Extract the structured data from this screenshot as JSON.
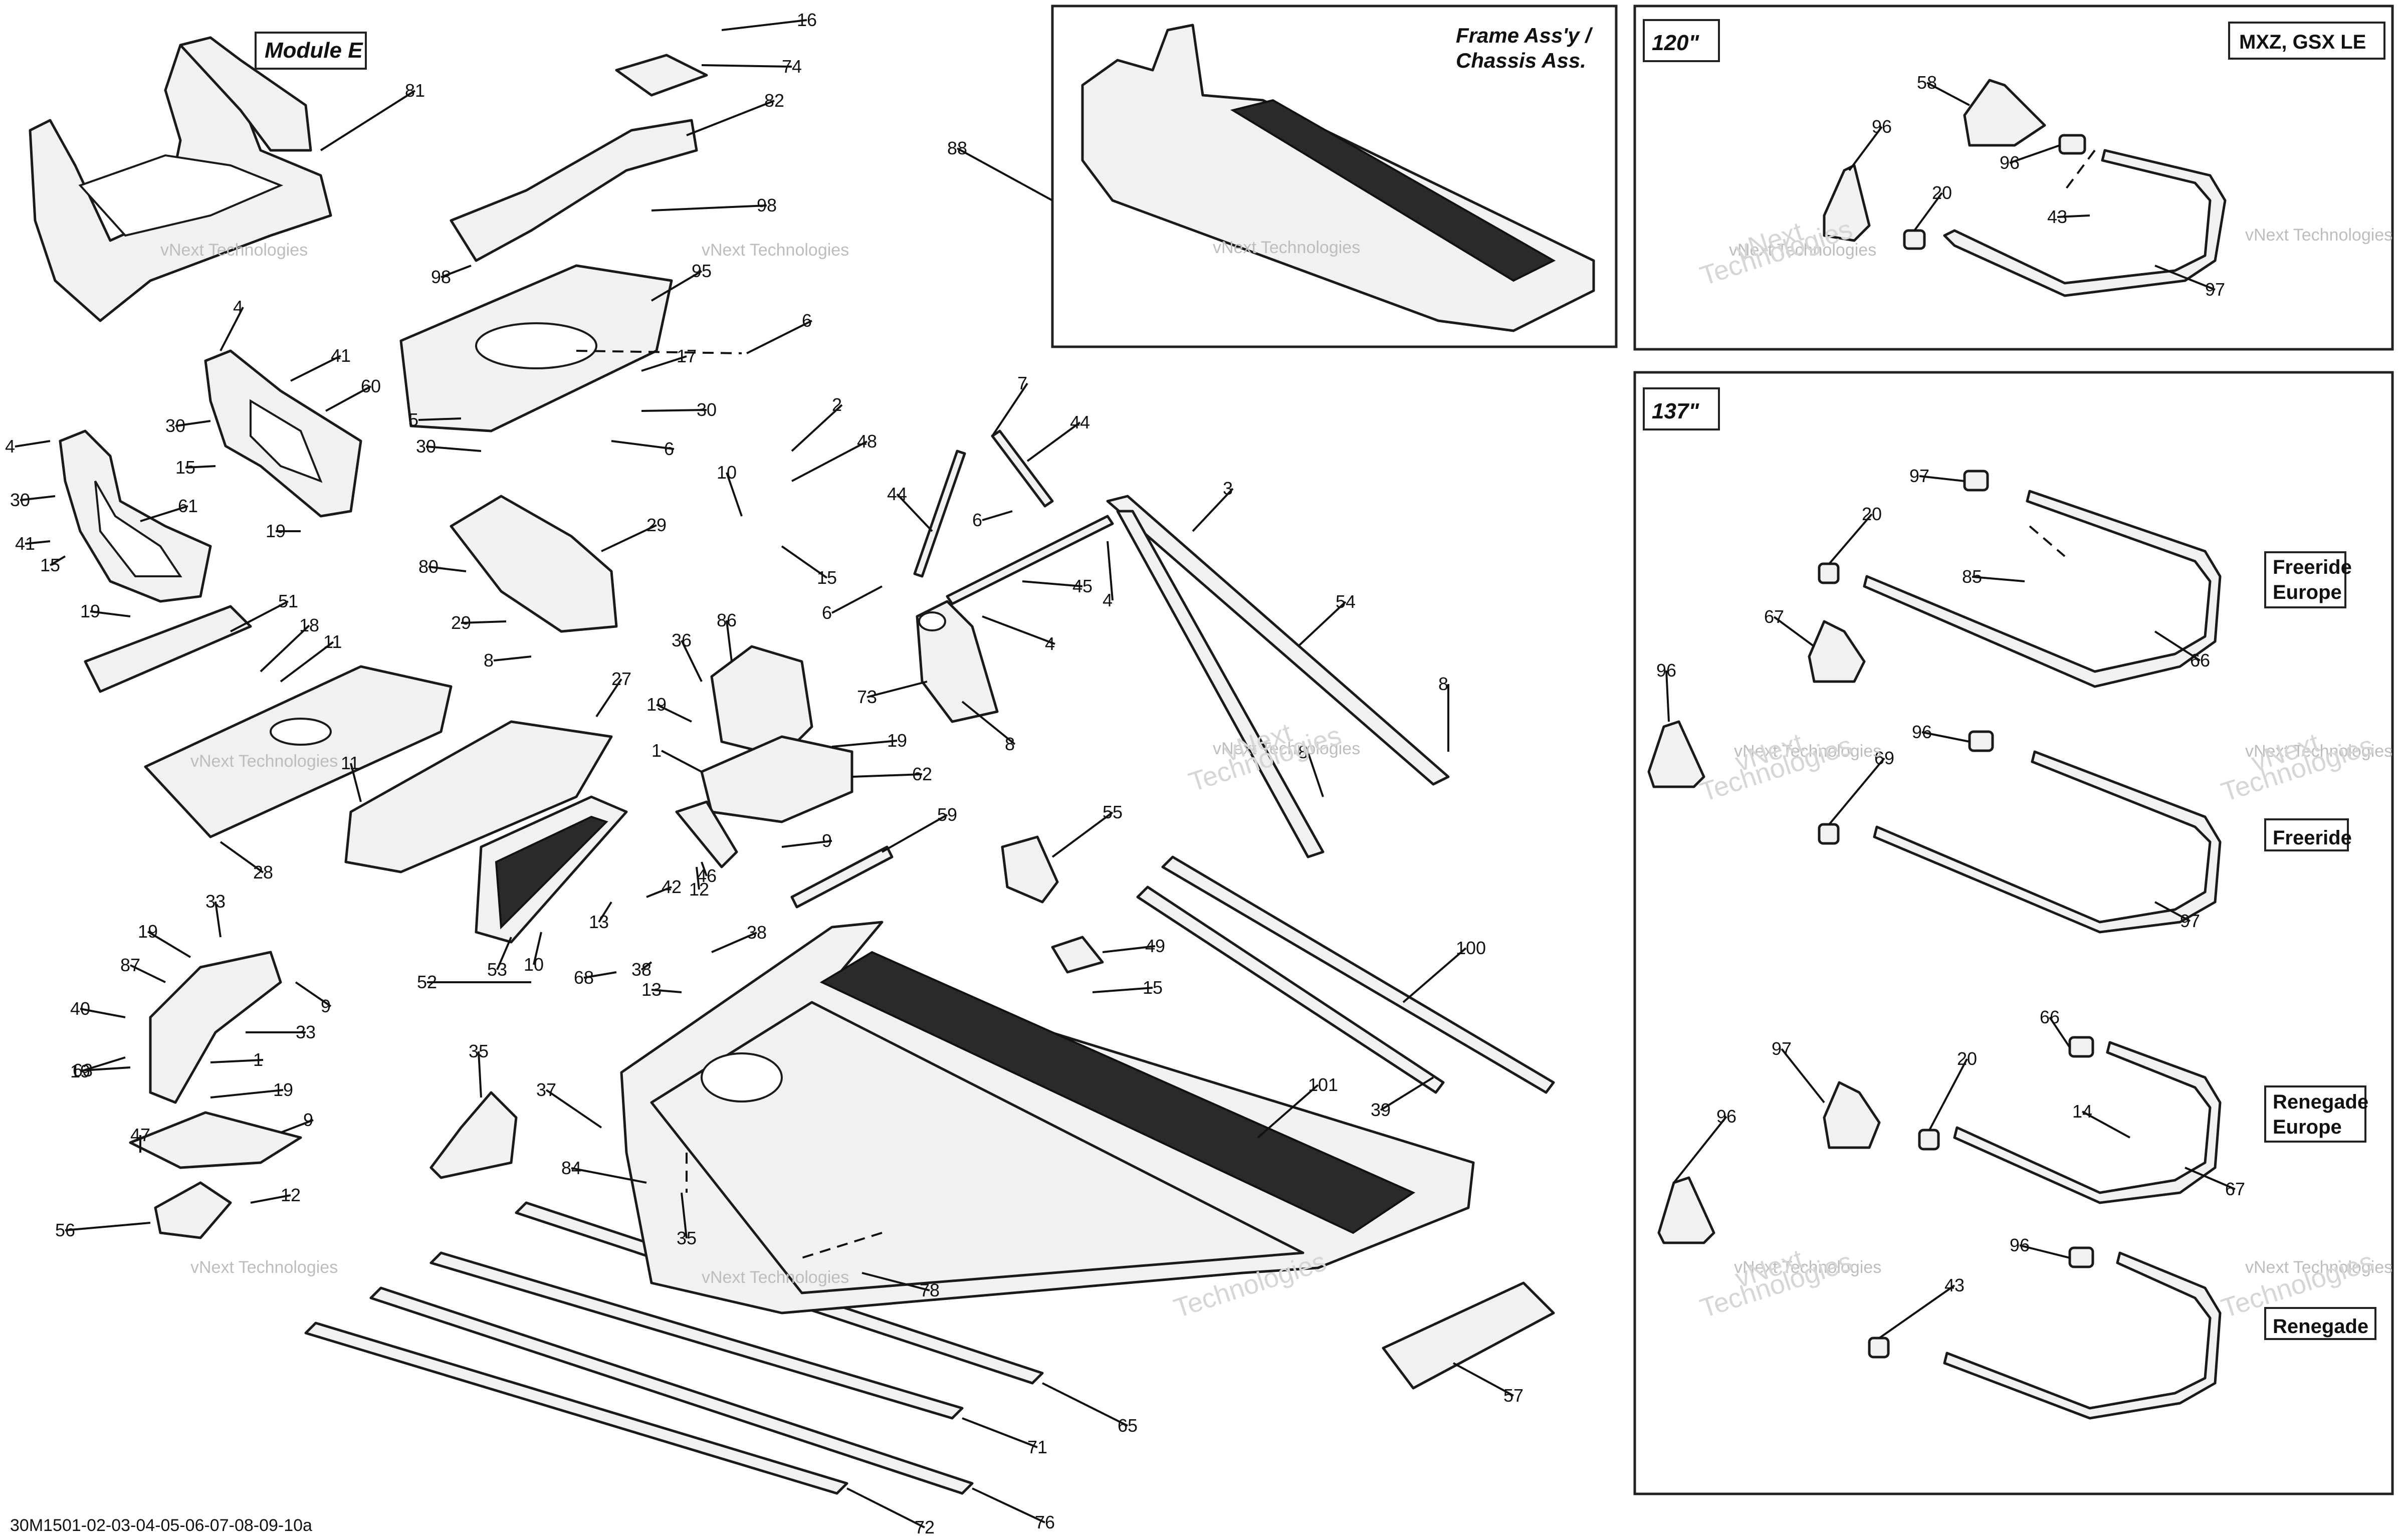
{
  "document_id": "30M1501-02-03-04-05-06-07-08-09-10a",
  "module_label": "Module E",
  "frame_assembly_label": [
    "Frame Ass'y /",
    "Chassis Ass."
  ],
  "watermark": [
    "vNext Technologies",
    "vNext",
    "Technologies"
  ],
  "panels": {
    "p120": {
      "title": "120\"",
      "models": "MXZ, GSX LE"
    },
    "p137": {
      "title": "137\"",
      "variants": [
        [
          "Freeride",
          "Europe"
        ],
        [
          "Freeride"
        ],
        [
          "Renegade",
          "Europe"
        ],
        [
          "Renegade"
        ]
      ]
    }
  },
  "callouts": [
    "16",
    "74",
    "82",
    "81",
    "98",
    "98",
    "95",
    "6",
    "17",
    "30",
    "5",
    "30",
    "6",
    "4",
    "41",
    "60",
    "30",
    "15",
    "19",
    "4",
    "30",
    "61",
    "41",
    "15",
    "19",
    "2",
    "48",
    "10",
    "15",
    "29",
    "80",
    "29",
    "8",
    "51",
    "18",
    "11",
    "36",
    "86",
    "19",
    "27",
    "1",
    "19",
    "62",
    "7",
    "44",
    "44",
    "3",
    "6",
    "45",
    "4",
    "6",
    "4",
    "73",
    "8",
    "54",
    "8",
    "8",
    "88",
    "28",
    "11",
    "59",
    "55",
    "46",
    "12",
    "9",
    "42",
    "13",
    "53",
    "10",
    "52",
    "38",
    "68",
    "38",
    "13",
    "49",
    "15",
    "33",
    "19",
    "9",
    "87",
    "40",
    "33",
    "19",
    "1",
    "19",
    "63",
    "9",
    "47",
    "12",
    "56",
    "35",
    "37",
    "84",
    "101",
    "100",
    "39",
    "35",
    "78",
    "65",
    "71",
    "76",
    "72",
    "57",
    "58",
    "96",
    "96",
    "20",
    "43",
    "97",
    "97",
    "20",
    "85",
    "66",
    "67",
    "96",
    "96",
    "69",
    "97",
    "66",
    "97",
    "20",
    "14",
    "67",
    "96",
    "96",
    "43"
  ]
}
